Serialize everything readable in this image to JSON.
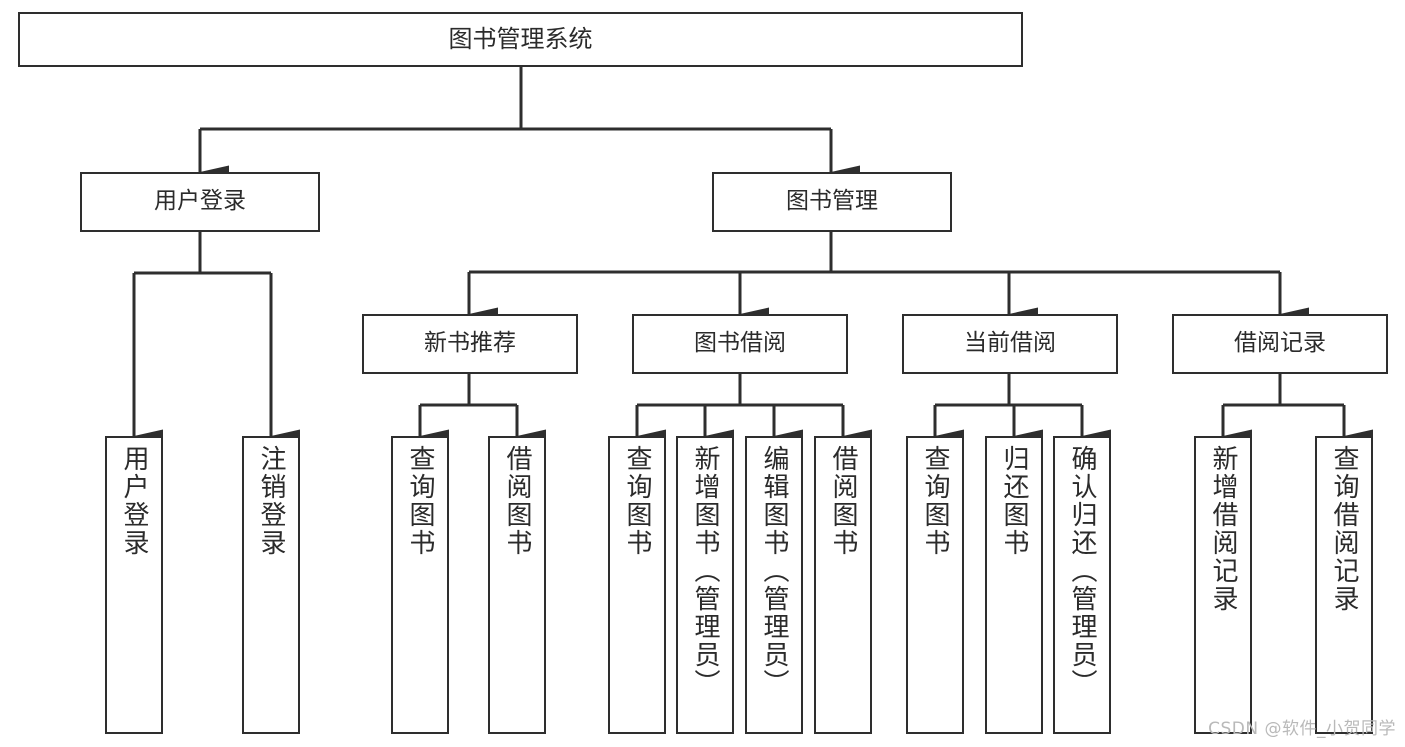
{
  "diagram": {
    "title": "图书管理系统",
    "type": "tree",
    "watermark": "CSDN @软件_小贺同学",
    "colors": {
      "background": "#ffffff",
      "stroke": "#2e2e2e",
      "text": "#2b2b2b",
      "watermark": "#b9b9b9"
    },
    "root": {
      "label": "图书管理系统"
    },
    "level2": [
      {
        "label": "用户登录"
      },
      {
        "label": "图书管理"
      }
    ],
    "level3": [
      {
        "label": "新书推荐"
      },
      {
        "label": "图书借阅"
      },
      {
        "label": "当前借阅"
      },
      {
        "label": "借阅记录"
      }
    ],
    "leaves": {
      "user_login": [
        {
          "label": "用户登录"
        },
        {
          "label": "注销登录"
        }
      ],
      "new_book": [
        {
          "label": "查询图书"
        },
        {
          "label": "借阅图书"
        }
      ],
      "book_borrow": [
        {
          "label": "查询图书"
        },
        {
          "label": "新增图书（管理员）"
        },
        {
          "label": "编辑图书（管理员）"
        },
        {
          "label": "借阅图书"
        }
      ],
      "current_borrow": [
        {
          "label": "查询图书"
        },
        {
          "label": "归还图书"
        },
        {
          "label": "确认归还（管理员）"
        }
      ],
      "borrow_record": [
        {
          "label": "新增借阅记录"
        },
        {
          "label": "查询借阅记录"
        }
      ]
    }
  }
}
